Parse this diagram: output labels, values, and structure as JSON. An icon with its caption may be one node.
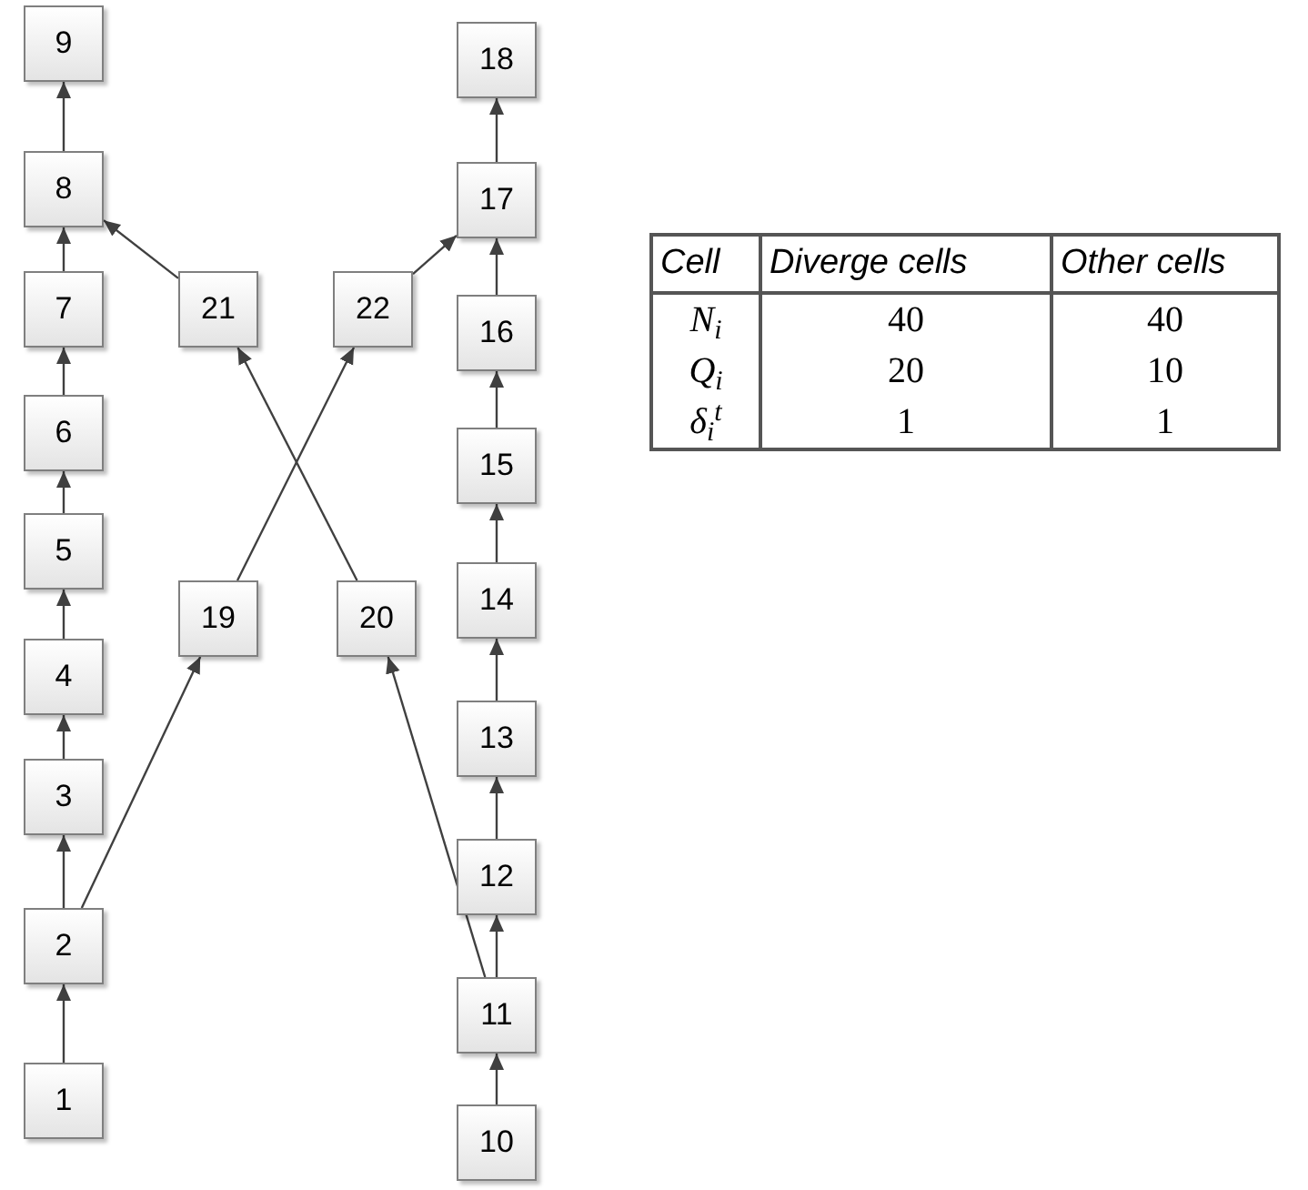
{
  "diagram": {
    "nodes": [
      {
        "text": [
          "1"
        ]
      },
      {
        "text": [
          "2"
        ]
      },
      {
        "text": [
          "3"
        ]
      },
      {
        "text": [
          "4"
        ]
      },
      {
        "text": [
          "5"
        ]
      },
      {
        "text": [
          "6"
        ]
      },
      {
        "text": [
          "7"
        ]
      },
      {
        "text": [
          "8"
        ]
      },
      {
        "text": [
          "9"
        ]
      },
      {
        "text": [
          "10"
        ]
      },
      {
        "text": [
          "11"
        ]
      },
      {
        "text": [
          "12"
        ]
      },
      {
        "text": [
          "13"
        ]
      },
      {
        "text": [
          "14"
        ]
      },
      {
        "text": [
          "15"
        ]
      },
      {
        "text": [
          "16"
        ]
      },
      {
        "text": [
          "17"
        ]
      },
      {
        "text": [
          "18"
        ]
      },
      {
        "text": [
          "19"
        ]
      },
      {
        "text": [
          "20"
        ]
      },
      {
        "text": [
          "21"
        ]
      },
      {
        "text": [
          "22"
        ]
      }
    ],
    "edges": [
      {
        "from": 0,
        "to": 1,
        "arrow": "to"
      },
      {
        "from": 1,
        "to": 2,
        "arrow": "to"
      },
      {
        "from": 2,
        "to": 3,
        "arrow": "to"
      },
      {
        "from": 3,
        "to": 4,
        "arrow": "to"
      },
      {
        "from": 4,
        "to": 5,
        "arrow": "to"
      },
      {
        "from": 5,
        "to": 6,
        "arrow": "to"
      },
      {
        "from": 6,
        "to": 7,
        "arrow": "to"
      },
      {
        "from": 7,
        "to": 8,
        "arrow": "to"
      },
      {
        "from": 9,
        "to": 10,
        "arrow": "to"
      },
      {
        "from": 10,
        "to": 11,
        "arrow": "to"
      },
      {
        "from": 11,
        "to": 12,
        "arrow": "to"
      },
      {
        "from": 12,
        "to": 13,
        "arrow": "to"
      },
      {
        "from": 13,
        "to": 14,
        "arrow": "to"
      },
      {
        "from": 14,
        "to": 15,
        "arrow": "to"
      },
      {
        "from": 15,
        "to": 16,
        "arrow": "to"
      },
      {
        "from": 16,
        "to": 17,
        "arrow": "to"
      },
      {
        "from": 1,
        "to": 18,
        "arrow": "to"
      },
      {
        "from": 10,
        "to": 19,
        "arrow": "to"
      },
      {
        "from": 19,
        "to": 20,
        "arrow": "to"
      },
      {
        "from": 18,
        "to": 21,
        "arrow": "to"
      },
      {
        "from": 20,
        "to": 7,
        "arrow": "to"
      },
      {
        "from": 21,
        "to": 16,
        "arrow": "to"
      }
    ],
    "labels": [
      "Cell",
      "Diverge cells",
      "Other cells",
      "N$_{i}$",
      "40",
      "40",
      "Q$_{i}$",
      "20",
      "10",
      "δ$_{i}$$^{t}$",
      "1",
      "1"
    ]
  }
}
